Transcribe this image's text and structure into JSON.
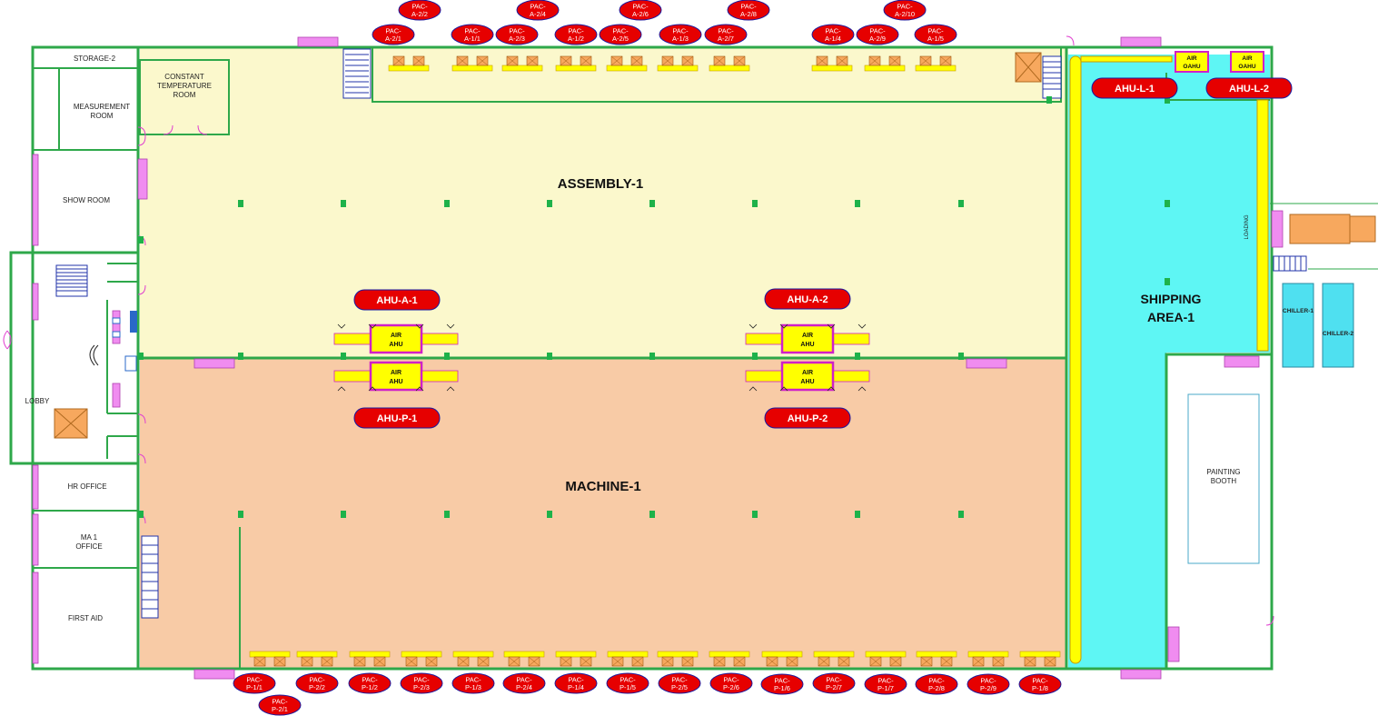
{
  "colors": {
    "wall": "#2ea84a",
    "assembly_floor": "#fbf8cc",
    "machine_floor": "#f8cba6",
    "shipping_floor": "#5ef6f4",
    "duct": "#ffff00",
    "duct_outline": "#c89b00",
    "tag_fill": "#e60000",
    "ahu_outline": "#d020c8",
    "door_pink": "#f08cf0",
    "chiller_fill": "#4fe0f0",
    "truck": "#f7a85e"
  },
  "rooms": {
    "storage": "STORAGE-2",
    "measurement": [
      "MEASUREMENT",
      "ROOM"
    ],
    "constant_temp": [
      "CONSTANT",
      "TEMPERATURE",
      "ROOM"
    ],
    "show_room": "SHOW ROOM",
    "lobby": "LOBBY",
    "hr_office": "HR OFFICE",
    "ma_office": [
      "MA 1",
      "OFFICE"
    ],
    "first_aid": "FIRST AID",
    "painting_booth": [
      "PAINTING",
      "BOOTH"
    ],
    "loading": "LOADING",
    "chiller1": "CHILLER-1",
    "chiller2": "CHILLER-2"
  },
  "zones": {
    "assembly": "ASSEMBLY-1",
    "machine": "MACHINE-1",
    "shipping": [
      "SHIPPING",
      "AREA-1"
    ]
  },
  "ahu_tags": [
    "AHU-A-1",
    "AHU-A-2",
    "AHU-P-1",
    "AHU-P-2",
    "AHU-L-1",
    "AHU-L-2"
  ],
  "ahu_box": [
    "AIR",
    "AHU"
  ],
  "oahu_box": [
    "AIR",
    "OAHU"
  ],
  "pac_top": [
    [
      "PAC-",
      "A-2/2"
    ],
    [
      "PAC-",
      "A-2/4"
    ],
    [
      "PAC-",
      "A-2/6"
    ],
    [
      "PAC-",
      "A-2/8"
    ],
    [
      "PAC-",
      "A-2/10"
    ],
    [
      "PAC-",
      "A-2/1"
    ],
    [
      "PAC-",
      "A-1/1"
    ],
    [
      "PAC-",
      "A-2/3"
    ],
    [
      "PAC-",
      "A-1/2"
    ],
    [
      "PAC-",
      "A-2/5"
    ],
    [
      "PAC-",
      "A-1/3"
    ],
    [
      "PAC-",
      "A-2/7"
    ],
    [
      "PAC-",
      "A-1/4"
    ],
    [
      "PAC-",
      "A-2/9"
    ],
    [
      "PAC-",
      "A-1/5"
    ]
  ],
  "pac_bottom": [
    [
      "PAC-",
      "P-1/1"
    ],
    [
      "PAC-",
      "P-2/2"
    ],
    [
      "PAC-",
      "P-1/2"
    ],
    [
      "PAC-",
      "P-2/3"
    ],
    [
      "PAC-",
      "P-1/3"
    ],
    [
      "PAC-",
      "P-2/4"
    ],
    [
      "PAC-",
      "P-1/4"
    ],
    [
      "PAC-",
      "P-1/5"
    ],
    [
      "PAC-",
      "P-2/5"
    ],
    [
      "PAC-",
      "P-2/6"
    ],
    [
      "PAC-",
      "P-1/6"
    ],
    [
      "PAC-",
      "P-2/7"
    ],
    [
      "PAC-",
      "P-1/7"
    ],
    [
      "PAC-",
      "P-2/8"
    ],
    [
      "PAC-",
      "P-2/9"
    ],
    [
      "PAC-",
      "P-1/8"
    ],
    [
      "PAC-",
      "P-2/1"
    ]
  ]
}
